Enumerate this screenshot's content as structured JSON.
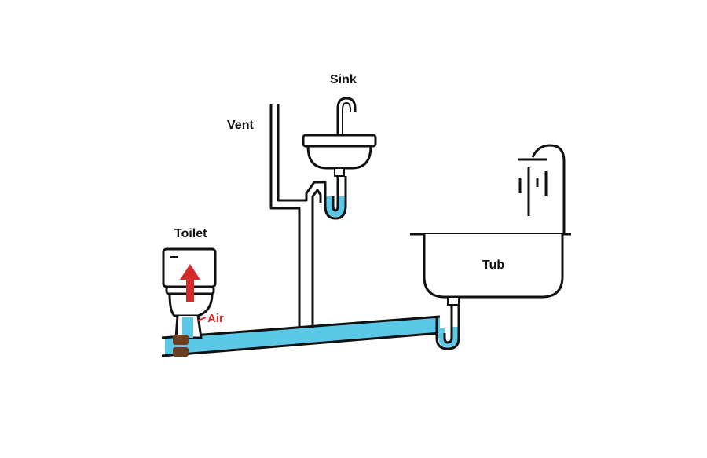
{
  "labels": {
    "sink": "Sink",
    "vent": "Vent",
    "toilet": "Toilet",
    "tub": "Tub",
    "air": "Air"
  },
  "colors": {
    "water": "#5bc8e8",
    "outline": "#111111",
    "air_arrow": "#d42a2a",
    "seal": "#6b3f1f",
    "background": "#ffffff"
  },
  "icons": {
    "air_arrow": "arrow-up-icon",
    "shower": "shower-head-icon",
    "faucet": "faucet-icon"
  }
}
